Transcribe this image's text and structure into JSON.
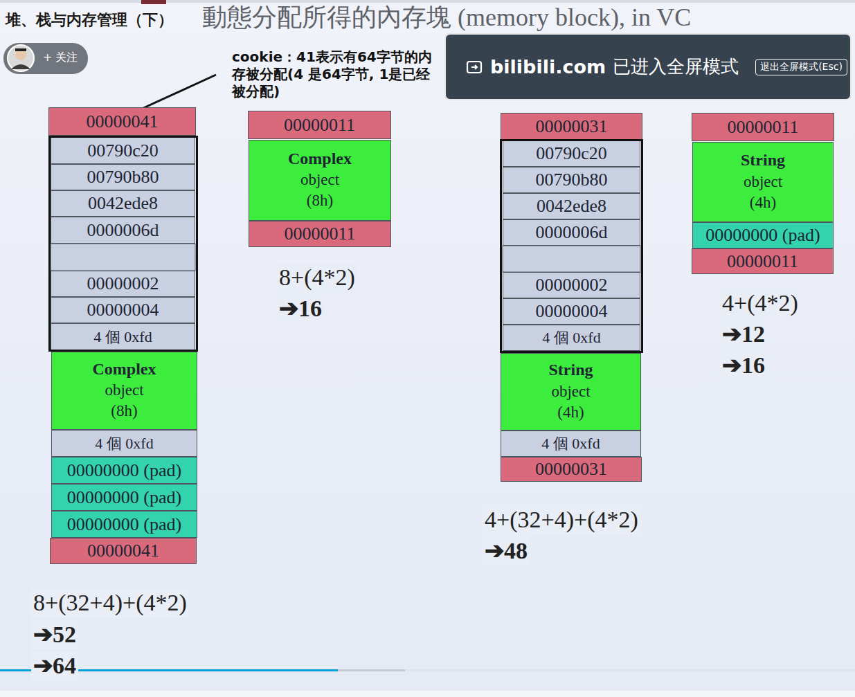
{
  "diagram": {
    "title": "動態分配所得的內存塊 (memory block), in VC",
    "nodes": [
      {
        "text": [
          "00000041"
        ]
      },
      {
        "text": [
          "00790c20"
        ]
      },
      {
        "text": [
          "00790b80"
        ]
      },
      {
        "text": [
          "0042ede8"
        ]
      },
      {
        "text": [
          "0000006d"
        ]
      },
      {
        "text": [
          "00000002"
        ]
      },
      {
        "text": [
          "00000004"
        ]
      },
      {
        "text": [
          "4 個 0xfd"
        ]
      },
      {
        "text": [
          "Complex",
          "object (8h)"
        ]
      },
      {
        "text": [
          "4 個 0xfd"
        ]
      },
      {
        "text": [
          "00000000 (pad)"
        ]
      },
      {
        "text": [
          "00000000 (pad)"
        ]
      },
      {
        "text": [
          "00000000 (pad)"
        ]
      },
      {
        "text": [
          "00000041"
        ]
      },
      {
        "text": [
          "00000011"
        ]
      },
      {
        "text": [
          "Complex",
          "object (8h)"
        ]
      },
      {
        "text": [
          "00000011"
        ]
      },
      {
        "text": [
          "00000031"
        ]
      },
      {
        "text": [
          "00790c20"
        ]
      },
      {
        "text": [
          "00790b80"
        ]
      },
      {
        "text": [
          "0042ede8"
        ]
      },
      {
        "text": [
          "0000006d"
        ]
      },
      {
        "text": [
          "00000002"
        ]
      },
      {
        "text": [
          "00000004"
        ]
      },
      {
        "text": [
          "4 個 0xfd"
        ]
      },
      {
        "text": [
          "String",
          "object (4h)"
        ]
      },
      {
        "text": [
          "4 個 0xfd"
        ]
      },
      {
        "text": [
          "00000031"
        ]
      },
      {
        "text": [
          "00000011"
        ]
      },
      {
        "text": [
          "String",
          "object (4h)"
        ]
      },
      {
        "text": [
          "00000000 (pad)"
        ]
      },
      {
        "text": [
          "00000011"
        ]
      }
    ],
    "labels": [
      "堆、栈与内存管理（下）",
      "+ 关注",
      "cookie：41表示有64字节的内存被分配(4 是64字节, 1是已经被分配)",
      "bilibili.com",
      "已进入全屏模式",
      "退出全屏模式(Esc)",
      "8+(32+4)+(4*2)",
      "➔52",
      "➔64",
      "8+(4*2)",
      "➔16",
      "4+(32+4)+(4*2)",
      "➔48",
      "4+(4*2)",
      "➔12",
      "➔16"
    ]
  }
}
